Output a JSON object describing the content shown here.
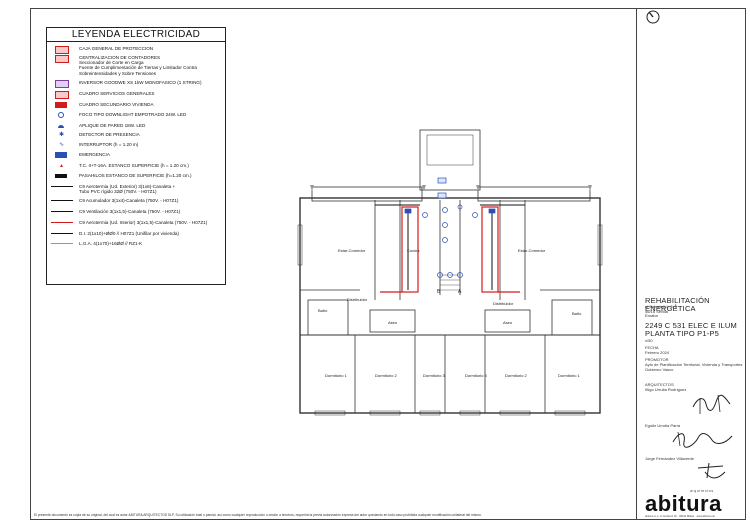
{
  "legend": {
    "title": "LEYENDA ELECTRICIDAD",
    "items": [
      {
        "text": "CAJA GENERAL DE PROTECCION",
        "symbol": "red-box"
      },
      {
        "text": "CENTRALIZACION DE CONTADORES\nSeccionador de Corte en Carga\nFuente de Cumplimentación de Tierras y Limitador Contra\nSobreintensidades y Sobre Tensiones",
        "symbol": "red-box"
      },
      {
        "text": "INVERSOR GOODWE XS 1kW MONOFASICO (1 STRING)",
        "symbol": "purple-box"
      },
      {
        "text": "CUADRO SERVICIOS GENERALES",
        "symbol": "red-box"
      },
      {
        "text": "CUADRO SECUNDARIO VIVIENDA",
        "symbol": "red-filled"
      },
      {
        "text": "FOCO TIPO DOWNLIGHT EMPOTRADO 24W. LED",
        "symbol": "circle-x"
      },
      {
        "text": "APLIQUE DE PARED 18W. LED",
        "symbol": "half-disc"
      },
      {
        "text": "DETECTOR DE PRESENCIA",
        "symbol": "star"
      },
      {
        "text": "INTERRUPTOR (h = 1.20 m)",
        "symbol": "switch"
      },
      {
        "text": "EMERGENCIA",
        "symbol": "blue-box"
      },
      {
        "text": "T.C. II+T-16A. ESTANCO SUPERFICIE (h = 1.20 cm.)",
        "symbol": "red-tri"
      },
      {
        "text": "PASAHILOS ESTANCO DE SUPERFICIE (h=1.20 cm.)",
        "symbol": "black-rect"
      },
      {
        "text": "C9 Aerotermia (Ud. Exterior) 3(1x6)-Canaleta +\nTubo PVC rígido 32Ø (750V. - H07Z1)",
        "symbol": "line-black"
      },
      {
        "text": "C9 Acumulador 3(1x4)-Canaleta (750V. - H07Z1)",
        "symbol": "line-black"
      },
      {
        "text": "C9 Ventilación 3(1x1,5)-Canaleta (750V. - H07Z1)",
        "symbol": "line-black"
      },
      {
        "text": "C9 Aerotermia (Ud. Interior) 3(1x1,5)-Canaleta (750V. - H07Z1)",
        "symbol": "line-red"
      },
      {
        "text": "D.I. 2(1x10)+ØØ0 // H07Z1 (Unifilar por vivienda)",
        "symbol": "line-black"
      },
      {
        "text": "L.G.A. 4(1x70)+16ØØ // RZ1-K",
        "symbol": "line-orange"
      }
    ]
  },
  "plan_labels": {
    "estar_left": "Estar-Comedor",
    "estar_right": "Estar-Comedor",
    "cocina": "Cocina",
    "bano_left": "Baño",
    "bano_right": "Baño",
    "aseo_left": "Aseo",
    "aseo_right": "Aseo",
    "distribuidor_left": "Distribuidor",
    "distribuidor_right": "Distribuidor",
    "dorm1_left": "Dormitorio 1",
    "dorm2_left": "Dormitorio 2",
    "dorm3_left": "Dormitorio 3",
    "dorm3_right": "Dormitorio 3",
    "dorm2_right": "Dormitorio 2",
    "dorm1_right": "Dormitorio 1",
    "stair_b": "B",
    "stair_a": "A"
  },
  "title_block": {
    "project": "REHABILITACIÓN ENERGÉTICA",
    "project_sub": "c/ Sabadell 1, 3, 5\n46/16 Sevilla\nEmaba",
    "plan_code": "2249 C 531 ELEC E ILUM",
    "plan_name": "PLANTA TIPO P1-P5",
    "scale": "x/50",
    "date_label": "FECHA",
    "date": "Febrero 2024",
    "promoter_label": "PROMOTOR",
    "promoter": "Ayto de Planificación Territorial, Vivienda y Transportes\nGobierno Vasco",
    "architects_label": "ARQUITECTOS",
    "architect1": "Iñigo Urrutia Rodríguez",
    "architect2": "Egoitz Urrutia Parra",
    "architect3": "Jorge Fernández Villaverde",
    "logo": "abitura",
    "logo_sub": "arquitectos",
    "logo_foot": "abitura s.l.p. c/ Gordoniz 36 · 48012 Bilbao · www.abitura.net"
  },
  "footer": "El presente documento es copia de su original, del cual es autor ABITURA ARQUITECTOS SLP. Su utilización total o parcial, así como cualquier reproducción o cesión a terceros, requerirá la previa autorización expresa del autor quedando en todo caso prohibida cualquier modificación unilateral del mismo.",
  "colors": {
    "line": "#333333",
    "electric": "#d21c1c",
    "device": "#2a4fb5",
    "orange": "#f07a2a"
  }
}
